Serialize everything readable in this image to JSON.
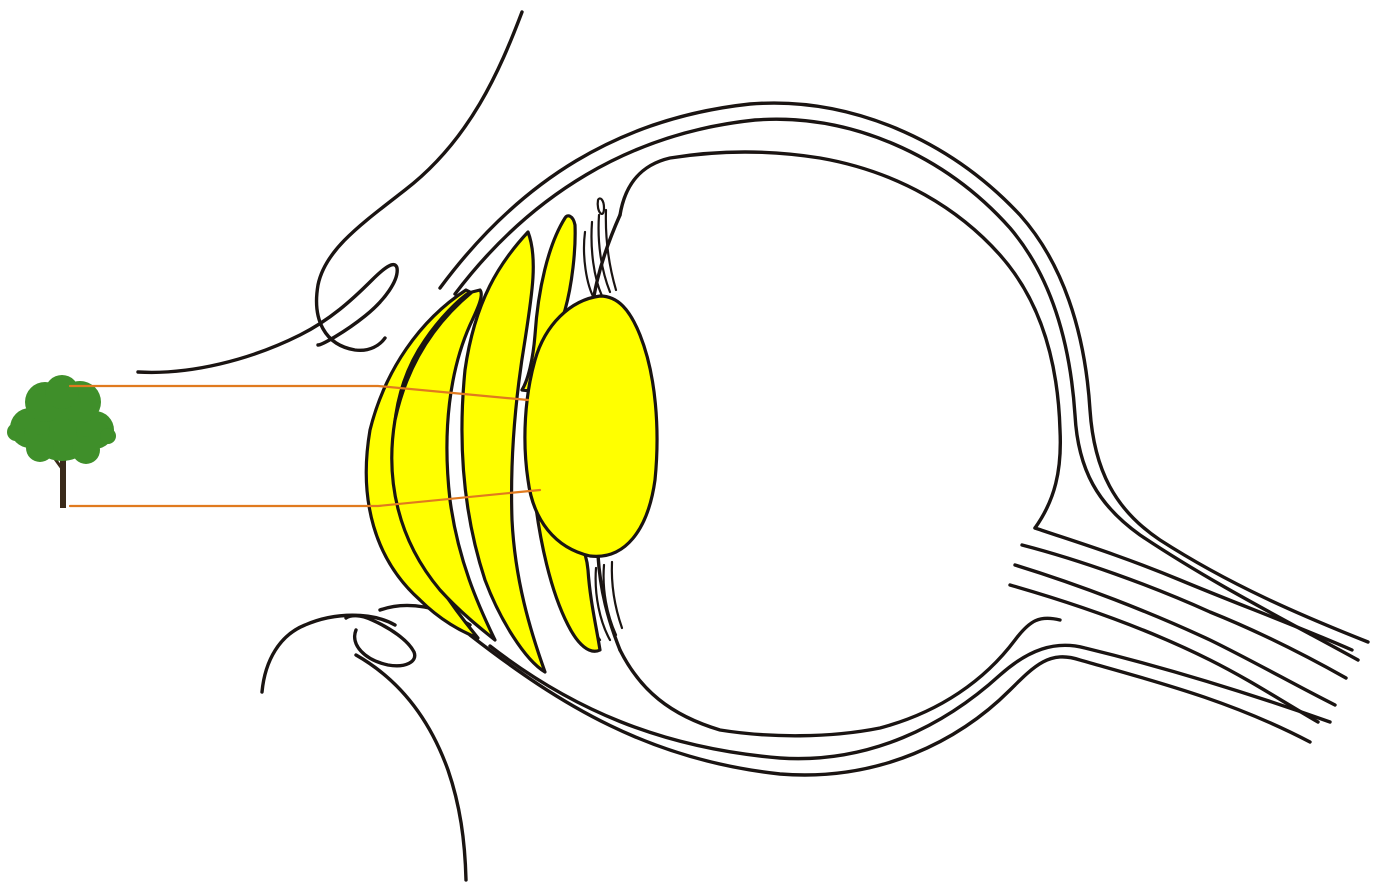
{
  "colors": {
    "background": "#ffffff",
    "outline": "#1a1412",
    "highlight_fill": "#ffff00",
    "light_ray": "#e07a1f",
    "tree_foliage": "#3f8f2a",
    "tree_trunk": "#3a2a1a"
  },
  "parts": {
    "object": "tree",
    "eyelids": [
      "upper-eyelid",
      "lower-eyelid"
    ],
    "layers": [
      "cornea",
      "aqueous-humour",
      "iris",
      "lens"
    ],
    "walls": [
      "sclera",
      "choroid",
      "retina"
    ],
    "nerve": "optic-nerve",
    "rays": 2
  }
}
